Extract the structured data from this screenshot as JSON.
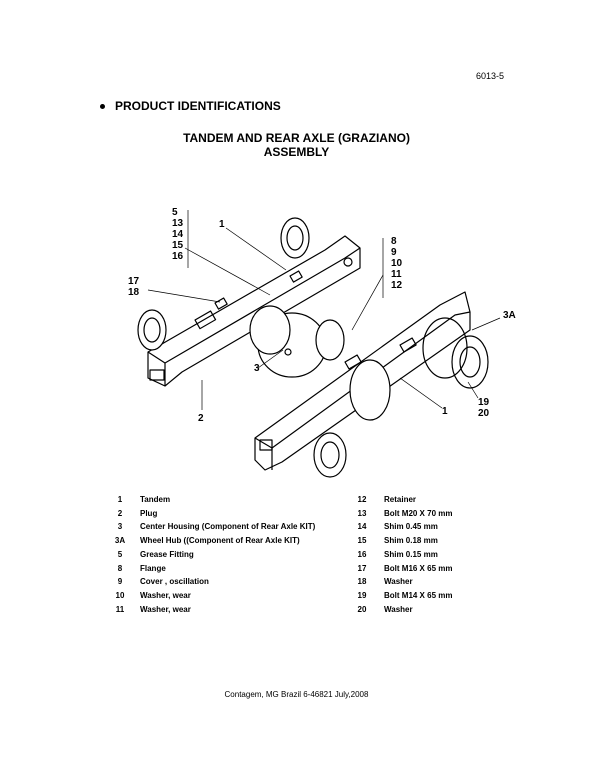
{
  "page_number": "6013-5",
  "section_heading": "PRODUCT IDENTIFICATIONS",
  "title": {
    "line1": "TANDEM AND REAR AXLE (GRAZIANO)",
    "line2": "ASSEMBLY"
  },
  "callouts": {
    "top_left_stack": [
      "5",
      "13",
      "14",
      "15",
      "16"
    ],
    "one_top": "1",
    "right_stack": [
      "8",
      "9",
      "10",
      "11",
      "12"
    ],
    "left_stack": [
      "17",
      "18"
    ],
    "three_a": "3A",
    "three": "3",
    "two": "2",
    "bottom_right_stack": [
      "19",
      "20"
    ],
    "one_bottom": "1"
  },
  "parts_left": [
    {
      "num": "1",
      "desc": "Tandem"
    },
    {
      "num": "2",
      "desc": "Plug"
    },
    {
      "num": "3",
      "desc": "Center Housing (Component of Rear Axle KIT)"
    },
    {
      "num": "3A",
      "desc": "Wheel Hub ((Component of Rear Axle KIT)"
    },
    {
      "num": "5",
      "desc": "Grease Fitting"
    },
    {
      "num": "8",
      "desc": "Flange"
    },
    {
      "num": "9",
      "desc": "Cover , oscillation"
    },
    {
      "num": "10",
      "desc": "Washer, wear"
    },
    {
      "num": "11",
      "desc": "Washer, wear"
    }
  ],
  "parts_right": [
    {
      "num": "12",
      "desc": "Retainer"
    },
    {
      "num": "13",
      "desc": "Bolt M20 X 70 mm"
    },
    {
      "num": "14",
      "desc": "Shim 0.45 mm"
    },
    {
      "num": "15",
      "desc": "Shim 0.18 mm"
    },
    {
      "num": "16",
      "desc": "Shim 0.15 mm"
    },
    {
      "num": "17",
      "desc": "Bolt M16 X 65 mm"
    },
    {
      "num": "18",
      "desc": "Washer"
    },
    {
      "num": "19",
      "desc": "Bolt M14 X 65 mm"
    },
    {
      "num": "20",
      "desc": "Washer"
    }
  ],
  "footer": "Contagem, MG Brazil   6-46821   July,2008"
}
